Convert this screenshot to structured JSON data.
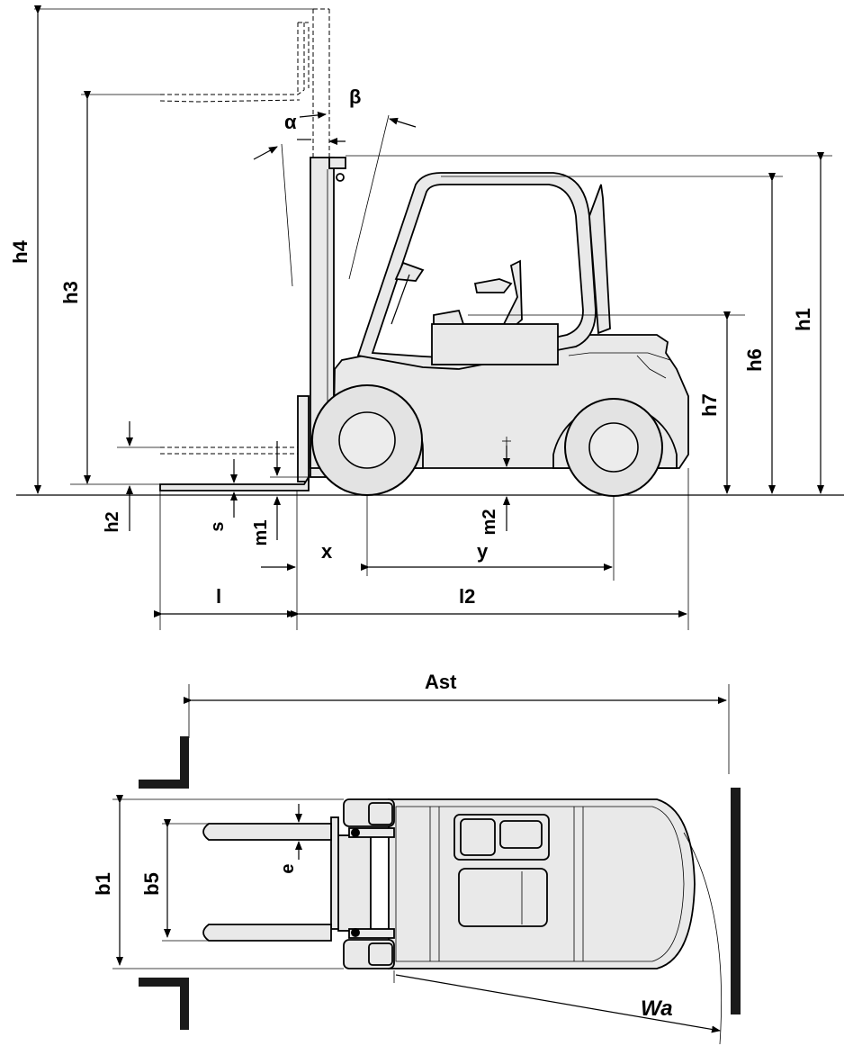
{
  "labels": {
    "h4": "h4",
    "h3": "h3",
    "h2": "h2",
    "h1": "h1",
    "h6": "h6",
    "h7": "h7",
    "alpha": "α",
    "beta": "β",
    "s": "s",
    "m1": "m1",
    "m2": "m2",
    "x": "x",
    "y": "y",
    "l": "l",
    "l2": "l2",
    "Ast": "Ast",
    "b1": "b1",
    "b5": "b5",
    "e": "e",
    "Wa": "Wa"
  }
}
